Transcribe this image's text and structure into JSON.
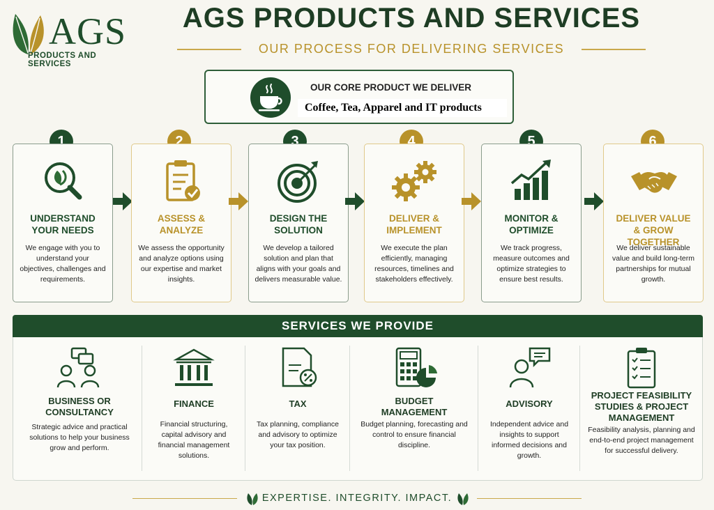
{
  "logo": {
    "name": "AGS",
    "sub": "PRODUCTS AND SERVICES"
  },
  "header": {
    "title": "AGS PRODUCTS AND SERVICES",
    "subtitle": "OUR PROCESS FOR DELIVERING SERVICES"
  },
  "core": {
    "label": "OUR CORE PRODUCT WE DELIVER",
    "value": "Coffee, Tea, Apparel and IT products",
    "icon": "coffee-cup-icon"
  },
  "steps": [
    {
      "num": "1",
      "title_1": "UNDERSTAND",
      "title_2": "YOUR NEEDS",
      "desc": "We engage with you to understand your objectives, challenges and requirements.",
      "icon": "magnifier-leaf-icon"
    },
    {
      "num": "2",
      "title_1": "ASSESS &",
      "title_2": "ANALYZE",
      "desc": "We assess the opportunity and analyze options using our expertise and market insights.",
      "icon": "clipboard-check-icon"
    },
    {
      "num": "3",
      "title_1": "DESIGN THE",
      "title_2": "SOLUTION",
      "desc": "We develop a tailored solution and plan that aligns with your goals and delivers measurable value.",
      "icon": "target-icon"
    },
    {
      "num": "4",
      "title_1": "DELIVER &",
      "title_2": "IMPLEMENT",
      "desc": "We execute the plan efficiently, managing resources, timelines and stakeholders effectively.",
      "icon": "gears-icon"
    },
    {
      "num": "5",
      "title_1": "MONITOR &",
      "title_2": "OPTIMIZE",
      "desc": "We track progress, measure outcomes and optimize strategies to ensure best results.",
      "icon": "growth-chart-icon"
    },
    {
      "num": "6",
      "title_1": "DELIVER VALUE",
      "title_2": "& GROW TOGETHER",
      "desc": "We deliver sustainable value and build long-term partnerships for mutual growth.",
      "icon": "handshake-icon"
    }
  ],
  "services": {
    "header": "SERVICES WE PROVIDE",
    "items": [
      {
        "title_1": "BUSINESS OR",
        "title_2": "CONSULTANCY",
        "title_3": "",
        "desc": "Strategic advice and practical solutions to help your business grow and perform.",
        "icon": "people-chat-icon"
      },
      {
        "title_1": "FINANCE",
        "title_2": "",
        "title_3": "",
        "desc": "Financial structuring, capital advisory and financial management solutions.",
        "icon": "bank-icon"
      },
      {
        "title_1": "TAX",
        "title_2": "",
        "title_3": "",
        "desc": "Tax planning, compliance and advisory to optimize your tax position.",
        "icon": "tax-document-icon"
      },
      {
        "title_1": "BUDGET",
        "title_2": "MANAGEMENT",
        "title_3": "",
        "desc": "Budget planning, forecasting and control to ensure financial discipline.",
        "icon": "calculator-chart-icon"
      },
      {
        "title_1": "ADVISORY",
        "title_2": "",
        "title_3": "",
        "desc": "Independent advice and insights to support informed decisions and growth.",
        "icon": "advisor-speech-icon"
      },
      {
        "title_1": "PROJECT FEASIBILITY",
        "title_2": "STUDIES & PROJECT",
        "title_3": "MANAGEMENT",
        "desc": "Feasibility analysis, planning and end-to-end project management for successful delivery.",
        "icon": "checklist-icon"
      }
    ]
  },
  "footer": {
    "tagline": "EXPERTISE. INTEGRITY. IMPACT."
  },
  "colors": {
    "green": "#1f4d2b",
    "gold": "#b8922a"
  }
}
